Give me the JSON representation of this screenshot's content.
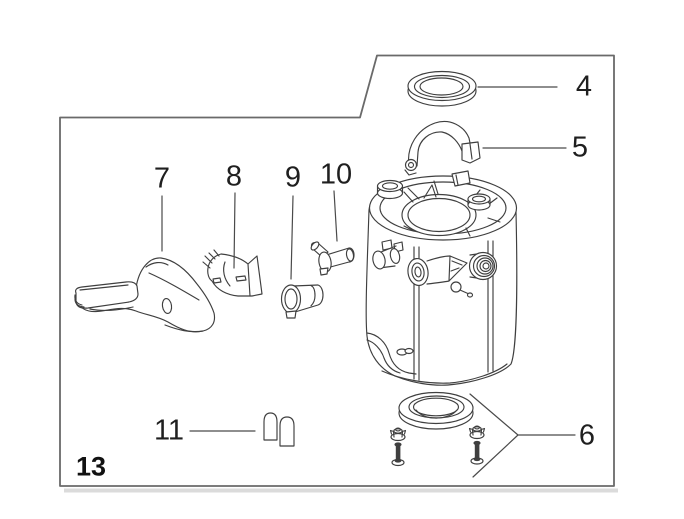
{
  "figure_label": "13",
  "colors": {
    "line": "#3f3f3f",
    "frame": "#6a6a6a",
    "shadow": "#c8c8c8",
    "background": "#ffffff",
    "label_text": "#1f1f1f"
  },
  "callouts": {
    "c4": {
      "number": "4",
      "part": "top-seal-ring"
    },
    "c5": {
      "number": "5",
      "part": "handle-clamp"
    },
    "c6": {
      "number": "6",
      "part": "base-seal-and-bolt-kit"
    },
    "c7": {
      "number": "7",
      "part": "flush-lever"
    },
    "c8": {
      "number": "8",
      "part": "spring-clip"
    },
    "c9": {
      "number": "9",
      "part": "valve-cartridge"
    },
    "c10": {
      "number": "10",
      "part": "elbow-fitting"
    },
    "c11": {
      "number": "11",
      "part": "cap-plugs"
    }
  }
}
